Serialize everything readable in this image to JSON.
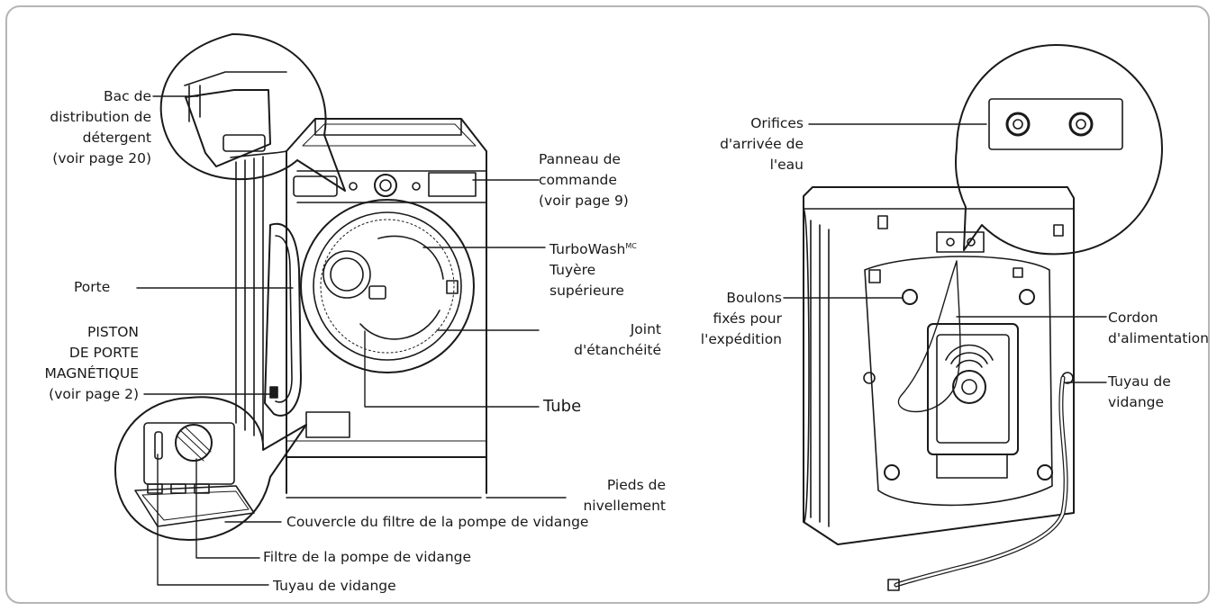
{
  "labels": {
    "dispenser": [
      "Bac de",
      "distribution de",
      "détergent",
      "(voir page 20)"
    ],
    "control_panel": [
      "Panneau de",
      "commande",
      "(voir page 9)"
    ],
    "turbowash": {
      "name": "TurboWash",
      "sup": "MC",
      "line2": "Tuyère",
      "line3": "supérieure"
    },
    "door": "Porte",
    "piston": [
      "PISTON",
      "DE PORTE",
      "MAGNÉTIQUE",
      "(voir page 2)"
    ],
    "gasket": [
      "Joint",
      "d'étanchéité"
    ],
    "tub": "Tube",
    "leveling_feet": [
      "Pieds de",
      "nivellement"
    ],
    "filter_cover": "Couvercle du filtre de la pompe de vidange",
    "pump_filter": "Filtre de la pompe de vidange",
    "drain_hose_front": "Tuyau de vidange",
    "water_inlets": [
      "Orifices",
      "d'arrivée de",
      "l'eau"
    ],
    "shipping_bolts": [
      "Boulons",
      "fixés pour",
      "l'expédition"
    ],
    "power_cord": [
      "Cordon",
      "d'alimentation"
    ],
    "drain_hose_back": [
      "Tuyau de",
      "vidange"
    ]
  },
  "colors": {
    "line": "#1a1a1a",
    "frame": "#b5b5b5",
    "background": "#ffffff"
  }
}
